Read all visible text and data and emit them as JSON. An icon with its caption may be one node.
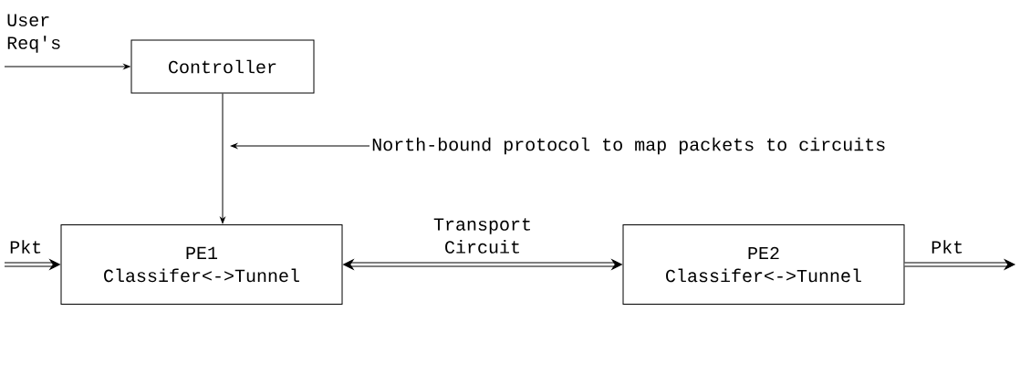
{
  "diagram": {
    "nodes": [
      {
        "text": [
          "Controller"
        ]
      },
      {
        "text": [
          "PE1",
          "Classifer<->Tunnel"
        ]
      },
      {
        "text": [
          "PE2",
          "Classifer<->Tunnel"
        ]
      },
      {
        "text": [
          "North-bound protocol to map packets to circuits"
        ]
      }
    ],
    "edges": [
      {
        "from": null,
        "to": 0,
        "arrow": "to",
        "label": "User Req's"
      },
      {
        "from": 0,
        "to": 1,
        "arrow": "to"
      },
      {
        "from": 3,
        "to": null,
        "arrow": "to"
      },
      {
        "from": null,
        "to": 1,
        "arrow": "to",
        "label": "Pkt",
        "style": "thick"
      },
      {
        "from": 1,
        "to": 2,
        "arrow": "both",
        "label": "Transport Circuit",
        "style": "thick"
      },
      {
        "from": 2,
        "to": null,
        "arrow": "to",
        "label": "Pkt",
        "style": "thick"
      }
    ]
  }
}
